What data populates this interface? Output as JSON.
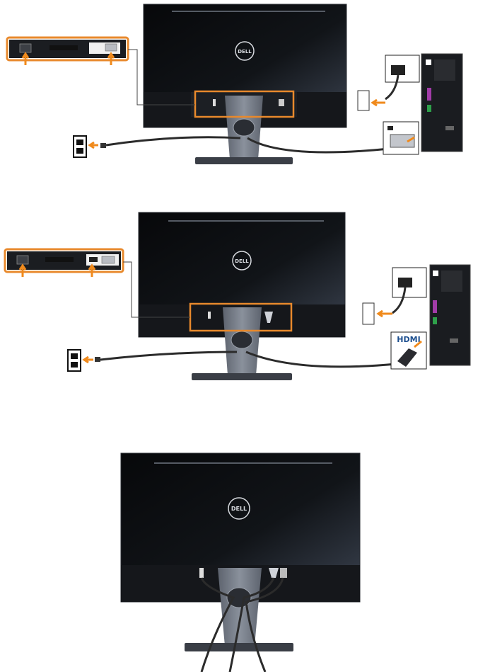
{
  "brand": {
    "logo_text": "DELL"
  },
  "connector_labels": {
    "hdmi": "HDMI"
  },
  "colors": {
    "highlight": "#e8892c",
    "arrow": "#f08a1c",
    "monitor_dark": "#0b0d10",
    "stand": "#6f7683",
    "base": "#3a3e46",
    "cable": "#2b2b2b"
  },
  "panels": [
    {
      "id": "vga-connection",
      "connectors": [
        "power-port",
        "vga-port"
      ]
    },
    {
      "id": "hdmi-connection",
      "connectors": [
        "power-port",
        "hdmi-port"
      ]
    },
    {
      "id": "cable-management",
      "connectors": []
    }
  ]
}
